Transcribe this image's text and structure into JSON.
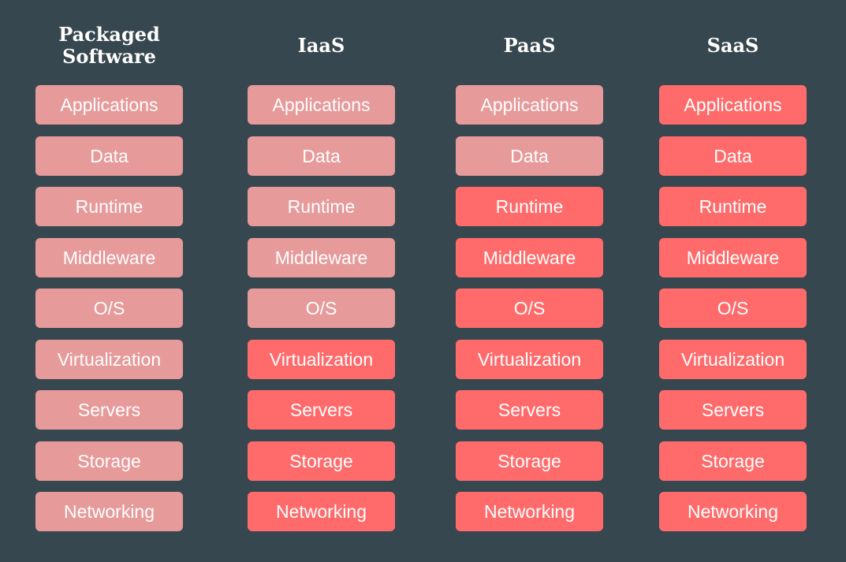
{
  "colors": {
    "background": "#37474f",
    "user_managed": "#e79a9a",
    "vendor_managed": "#ff6b6b",
    "text": "#ffffff"
  },
  "columns": [
    {
      "title": "Packaged\nSoftware",
      "layers": [
        {
          "label": "Applications",
          "state": "light"
        },
        {
          "label": "Data",
          "state": "light"
        },
        {
          "label": "Runtime",
          "state": "light"
        },
        {
          "label": "Middleware",
          "state": "light"
        },
        {
          "label": "O/S",
          "state": "light"
        },
        {
          "label": "Virtualization",
          "state": "light"
        },
        {
          "label": "Servers",
          "state": "light"
        },
        {
          "label": "Storage",
          "state": "light"
        },
        {
          "label": "Networking",
          "state": "light"
        }
      ]
    },
    {
      "title": "IaaS",
      "layers": [
        {
          "label": "Applications",
          "state": "light"
        },
        {
          "label": "Data",
          "state": "light"
        },
        {
          "label": "Runtime",
          "state": "light"
        },
        {
          "label": "Middleware",
          "state": "light"
        },
        {
          "label": "O/S",
          "state": "light"
        },
        {
          "label": "Virtualization",
          "state": "dark"
        },
        {
          "label": "Servers",
          "state": "dark"
        },
        {
          "label": "Storage",
          "state": "dark"
        },
        {
          "label": "Networking",
          "state": "dark"
        }
      ]
    },
    {
      "title": "PaaS",
      "layers": [
        {
          "label": "Applications",
          "state": "light"
        },
        {
          "label": "Data",
          "state": "light"
        },
        {
          "label": "Runtime",
          "state": "dark"
        },
        {
          "label": "Middleware",
          "state": "dark"
        },
        {
          "label": "O/S",
          "state": "dark"
        },
        {
          "label": "Virtualization",
          "state": "dark"
        },
        {
          "label": "Servers",
          "state": "dark"
        },
        {
          "label": "Storage",
          "state": "dark"
        },
        {
          "label": "Networking",
          "state": "dark"
        }
      ]
    },
    {
      "title": "SaaS",
      "layers": [
        {
          "label": "Applications",
          "state": "dark"
        },
        {
          "label": "Data",
          "state": "dark"
        },
        {
          "label": "Runtime",
          "state": "dark"
        },
        {
          "label": "Middleware",
          "state": "dark"
        },
        {
          "label": "O/S",
          "state": "dark"
        },
        {
          "label": "Virtualization",
          "state": "dark"
        },
        {
          "label": "Servers",
          "state": "dark"
        },
        {
          "label": "Storage",
          "state": "dark"
        },
        {
          "label": "Networking",
          "state": "dark"
        }
      ]
    }
  ]
}
